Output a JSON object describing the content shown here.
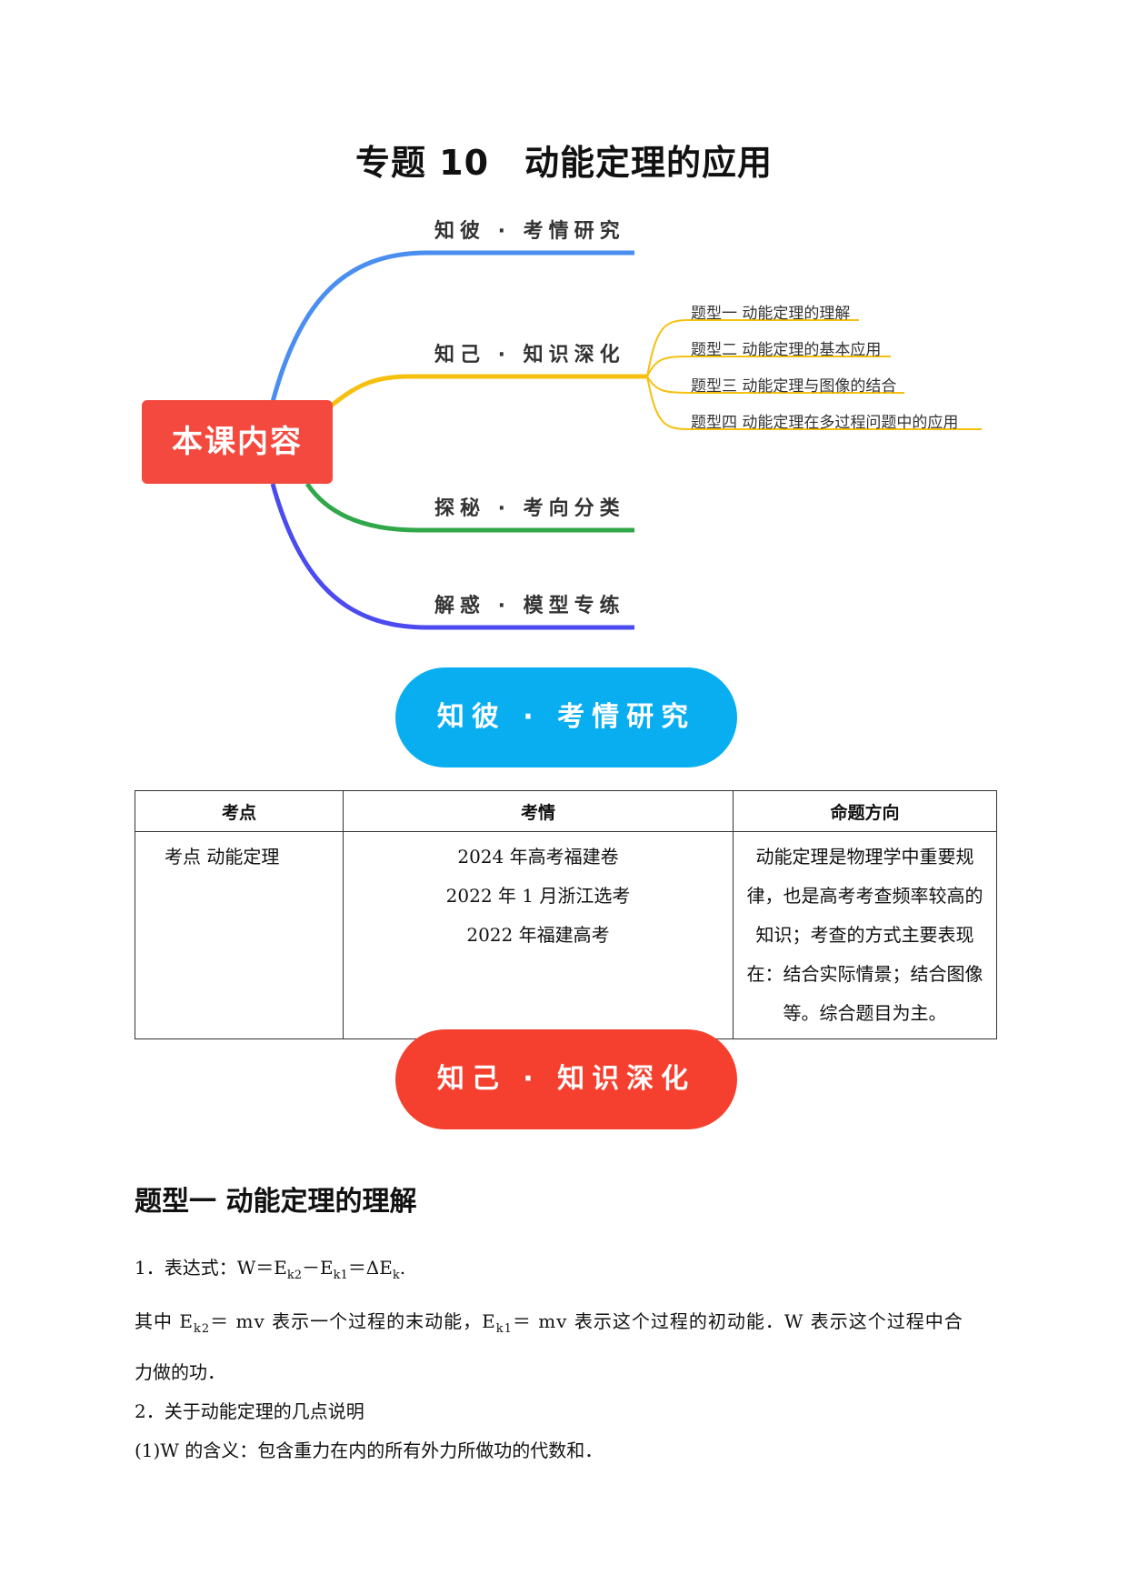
{
  "doc_title": "专题 10　动能定理的应用",
  "mindmap": {
    "center": "本课内容",
    "branches": [
      {
        "label": "知彼 · 考情研究",
        "color": "#4a8ef0"
      },
      {
        "label": "知己 · 知识深化",
        "color": "#f6c011"
      },
      {
        "label": "探秘 · 考向分类",
        "color": "#30a84a"
      },
      {
        "label": "解惑 · 模型专练",
        "color": "#4b4bf0"
      }
    ],
    "sub_items": [
      "题型一 动能定理的理解",
      "题型二 动能定理的基本应用",
      "题型三 动能定理与图像的结合",
      "题型四 动能定理在多过程问题中的应用"
    ]
  },
  "pills": {
    "know_other": "知彼 · 考情研究",
    "know_self": "知己 · 知识深化"
  },
  "table": {
    "headers": [
      "考点",
      "考情",
      "命题方向"
    ],
    "row": {
      "point": "考点  动能定理",
      "exams": [
        "2024 年高考福建卷",
        "2022 年 1 月浙江选考",
        "2022 年福建高考"
      ],
      "direction": [
        "动能定理是物理学中重要规",
        "律，也是高考考查频率较高的",
        "知识；考查的方式主要表现",
        "在：结合实际情景；结合图像",
        "等。综合题目为主。"
      ]
    }
  },
  "section": {
    "heading": "题型一  动能定理的理解",
    "p1_prefix": "1．表达式：W＝E",
    "p1_sub1": "k2",
    "p1_mid": "－E",
    "p1_sub2": "k1",
    "p1_end": "＝ΔE",
    "p1_sub3": "k",
    "p1_tail": ".",
    "p2_a": "其中 E",
    "p2_sub1": "k2",
    "p2_b": "＝ mv  表示一个过程的末动能，E",
    "p2_sub2": "k1",
    "p2_c": "＝ mv  表示这个过程的初动能．W 表示这个过程中合",
    "p3": "力做的功．",
    "p4": "2．关于动能定理的几点说明",
    "p5": "(1)W 的含义：包含重力在内的所有外力所做功的代数和．"
  }
}
